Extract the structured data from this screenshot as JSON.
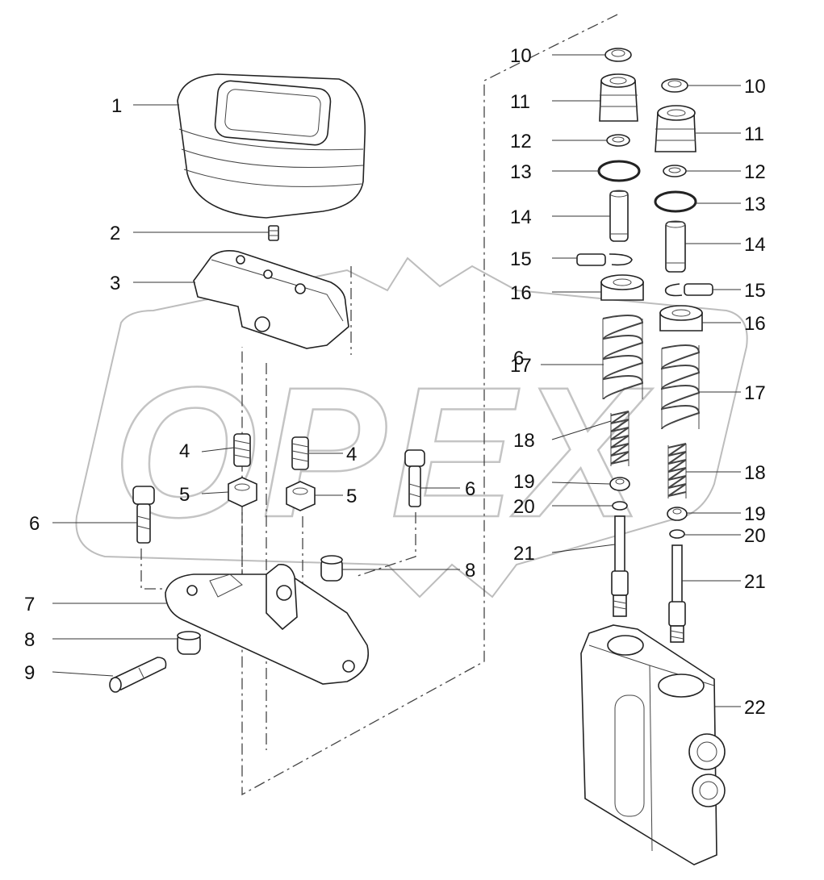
{
  "diagram": {
    "labels": [
      {
        "id": "lbl-1",
        "text": "1"
      },
      {
        "id": "lbl-2",
        "text": "2"
      },
      {
        "id": "lbl-3",
        "text": "3"
      },
      {
        "id": "lbl-4a",
        "text": "4"
      },
      {
        "id": "lbl-4b",
        "text": "4"
      },
      {
        "id": "lbl-5a",
        "text": "5"
      },
      {
        "id": "lbl-5b",
        "text": "5"
      },
      {
        "id": "lbl-6a",
        "text": "6"
      },
      {
        "id": "lbl-6b",
        "text": "6"
      },
      {
        "id": "lbl-6c",
        "text": "6"
      },
      {
        "id": "lbl-7",
        "text": "7"
      },
      {
        "id": "lbl-8a",
        "text": "8"
      },
      {
        "id": "lbl-8b",
        "text": "8"
      },
      {
        "id": "lbl-9",
        "text": "9"
      },
      {
        "id": "lbl-10a",
        "text": "10"
      },
      {
        "id": "lbl-10b",
        "text": "10"
      },
      {
        "id": "lbl-11a",
        "text": "11"
      },
      {
        "id": "lbl-11b",
        "text": "11"
      },
      {
        "id": "lbl-12a",
        "text": "12"
      },
      {
        "id": "lbl-12b",
        "text": "12"
      },
      {
        "id": "lbl-13a",
        "text": "13"
      },
      {
        "id": "lbl-13b",
        "text": "13"
      },
      {
        "id": "lbl-14a",
        "text": "14"
      },
      {
        "id": "lbl-14b",
        "text": "14"
      },
      {
        "id": "lbl-15a",
        "text": "15"
      },
      {
        "id": "lbl-15b",
        "text": "15"
      },
      {
        "id": "lbl-16a",
        "text": "16"
      },
      {
        "id": "lbl-16b",
        "text": "16"
      },
      {
        "id": "lbl-17a",
        "text": "17"
      },
      {
        "id": "lbl-17b",
        "text": "17"
      },
      {
        "id": "lbl-18a",
        "text": "18"
      },
      {
        "id": "lbl-18b",
        "text": "18"
      },
      {
        "id": "lbl-19a",
        "text": "19"
      },
      {
        "id": "lbl-19b",
        "text": "19"
      },
      {
        "id": "lbl-20a",
        "text": "20"
      },
      {
        "id": "lbl-20b",
        "text": "20"
      },
      {
        "id": "lbl-21a",
        "text": "21"
      },
      {
        "id": "lbl-21b",
        "text": "21"
      },
      {
        "id": "lbl-22",
        "text": "22"
      }
    ]
  },
  "watermark": {
    "text": "OPEX"
  }
}
